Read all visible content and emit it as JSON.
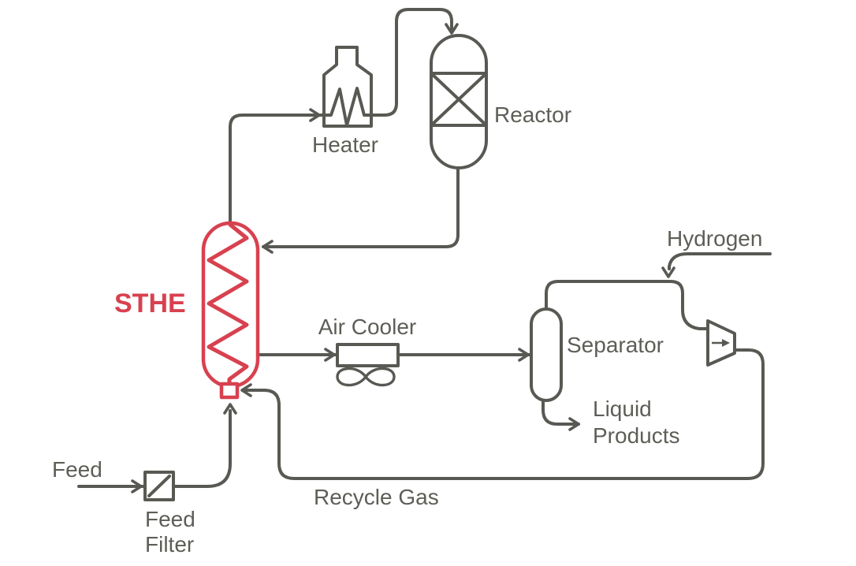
{
  "diagram": {
    "type": "process-flow-diagram",
    "colors": {
      "line": "#595954",
      "text": "#5e5e58",
      "accent": "#d8414f",
      "background": "#ffffff"
    },
    "equipment": {
      "sthe": {
        "label": "STHE"
      },
      "heater": {
        "label": "Heater"
      },
      "reactor": {
        "label": "Reactor"
      },
      "air_cooler": {
        "label": "Air Cooler"
      },
      "separator": {
        "label": "Separator"
      },
      "feed_filter": {
        "label_line1": "Feed",
        "label_line2": "Filter"
      }
    },
    "streams": {
      "feed": {
        "label": "Feed"
      },
      "hydrogen": {
        "label": "Hydrogen"
      },
      "recycle_gas": {
        "label": "Recycle Gas"
      },
      "liquid_products": {
        "label_line1": "Liquid",
        "label_line2": "Products"
      }
    }
  }
}
